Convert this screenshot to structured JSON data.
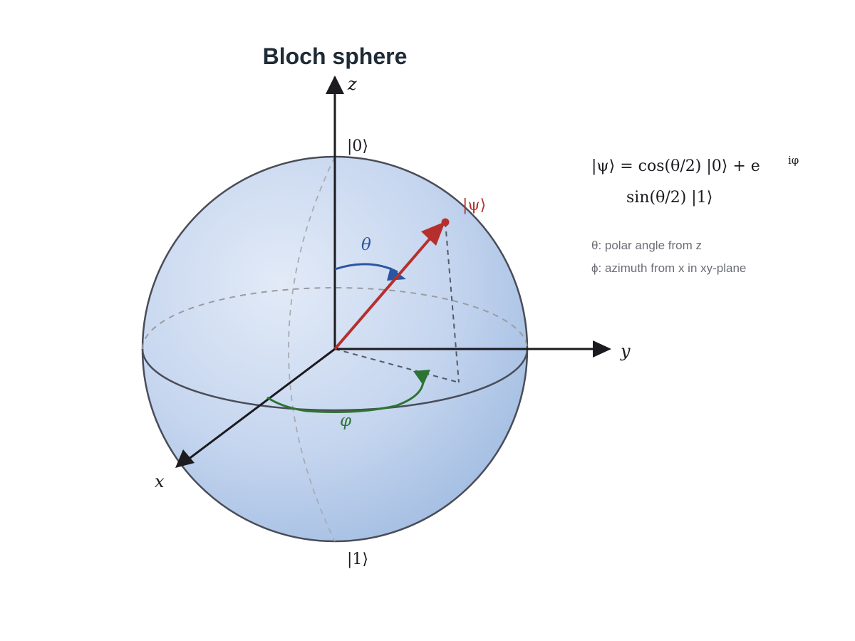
{
  "title": "Bloch sphere",
  "axes": {
    "z": "z",
    "y": "y",
    "x": "x"
  },
  "kets": {
    "zero": "|0⟩",
    "one": "|1⟩",
    "psi": "|ψ⟩"
  },
  "angles": {
    "theta": "θ",
    "phi": "φ"
  },
  "equation": {
    "line1": "|ψ⟩ = cos(θ/2) |0⟩ + e",
    "superscript": "iφ",
    "line2": "sin(θ/2) |1⟩"
  },
  "notes": [
    "θ: polar angle from z",
    "ϕ: azimuth from x in xy-plane"
  ],
  "colors": {
    "text": "#1f2b36",
    "axis": "#1b1b20",
    "sphere_edge": "#4a4d57",
    "sphere_light": "#dce6f5",
    "sphere_dark": "#9fbbe1",
    "psi": "#b5302c",
    "theta": "#2a55a2",
    "phi": "#2d7433",
    "dashed": "#9a9ca3",
    "projection": "#555a66",
    "note": "#6b6e76"
  }
}
